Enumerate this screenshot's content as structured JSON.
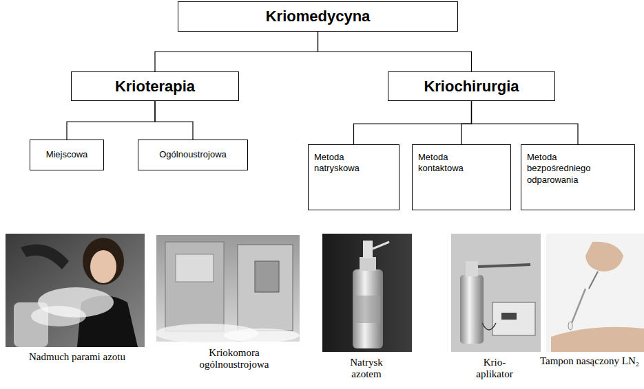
{
  "diagram": {
    "nodes": [
      {
        "text": [
          "Kriomedycyna"
        ]
      },
      {
        "text": [
          "Krioterapia"
        ]
      },
      {
        "text": [
          "Kriochirurgia"
        ]
      },
      {
        "text": [
          "Miejscowa"
        ]
      },
      {
        "text": [
          "Ogólnoustrojowa"
        ]
      },
      {
        "text": [
          "Metoda natryskowa"
        ]
      },
      {
        "text": [
          "Metoda kontaktowa"
        ]
      },
      {
        "text": [
          "Metoda bezpośredniego odparowania"
        ]
      }
    ],
    "edges": [
      {
        "from": 0,
        "to": 1,
        "arrow": "none"
      },
      {
        "from": 0,
        "to": 2,
        "arrow": "none"
      },
      {
        "from": 1,
        "to": 3,
        "arrow": "none"
      },
      {
        "from": 1,
        "to": 4,
        "arrow": "none"
      },
      {
        "from": 2,
        "to": 5,
        "arrow": "none"
      },
      {
        "from": 2,
        "to": 6,
        "arrow": "none"
      },
      {
        "from": 2,
        "to": 7,
        "arrow": "none"
      }
    ],
    "labels": [
      "Nadmuch parami azotu",
      "Kriokomora ogólnoustrojowa",
      "Natrysk azotem",
      "Krio- aplikator",
      "Tampon nasączony LN₂"
    ]
  }
}
